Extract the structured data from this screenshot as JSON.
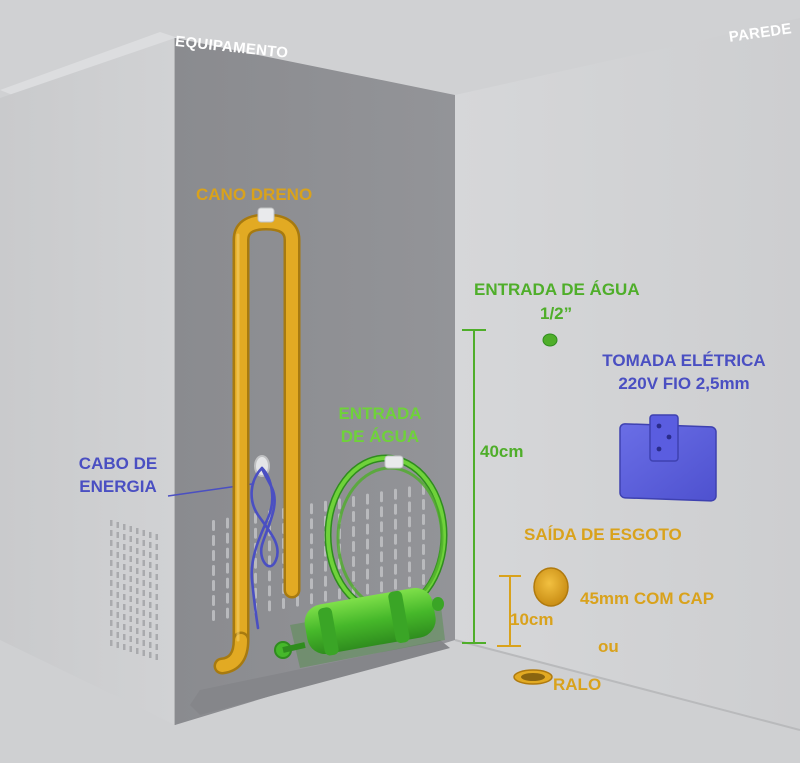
{
  "labels": {
    "equipamento": "EQUIPAMENTO",
    "parede": "PAREDE",
    "cano_dreno": "CANO DRENO",
    "entrada_agua_parede": "ENTRADA DE ÁGUA",
    "entrada_agua_bitola": "1/2”",
    "tomada_linha1": "TOMADA ELÉTRICA",
    "tomada_linha2": "220V FIO 2,5mm",
    "entrada_agua_equip_linha1": "ENTRADA",
    "entrada_agua_equip_linha2": "DE ÁGUA",
    "cabo_linha1": "CABO DE",
    "cabo_linha2": "ENERGIA",
    "altura_40": "40cm",
    "saida_esgoto": "SAÍDA DE ESGOTO",
    "altura_10": "10cm",
    "esgoto_diametro": "45mm COM CAP",
    "ou": "ou",
    "ralo": "RALO"
  },
  "colors": {
    "orange": "#d9a21c",
    "green": "#4fae2a",
    "blue": "#4a4fc2",
    "wall": "#d3d4d6",
    "equipment_back": "#8d8e92"
  }
}
